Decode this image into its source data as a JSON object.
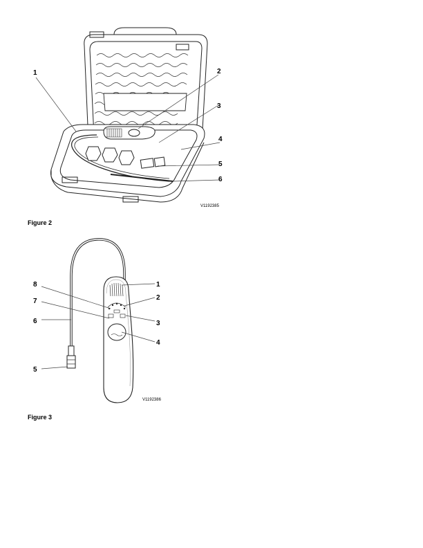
{
  "figure2": {
    "caption": "Figure 2",
    "reference": "V1192385",
    "callouts": [
      "1",
      "2",
      "3",
      "4",
      "5",
      "6"
    ]
  },
  "figure3": {
    "caption": "Figure 3",
    "reference": "V1192386",
    "callouts": [
      "1",
      "2",
      "3",
      "4",
      "5",
      "6",
      "7",
      "8"
    ]
  }
}
